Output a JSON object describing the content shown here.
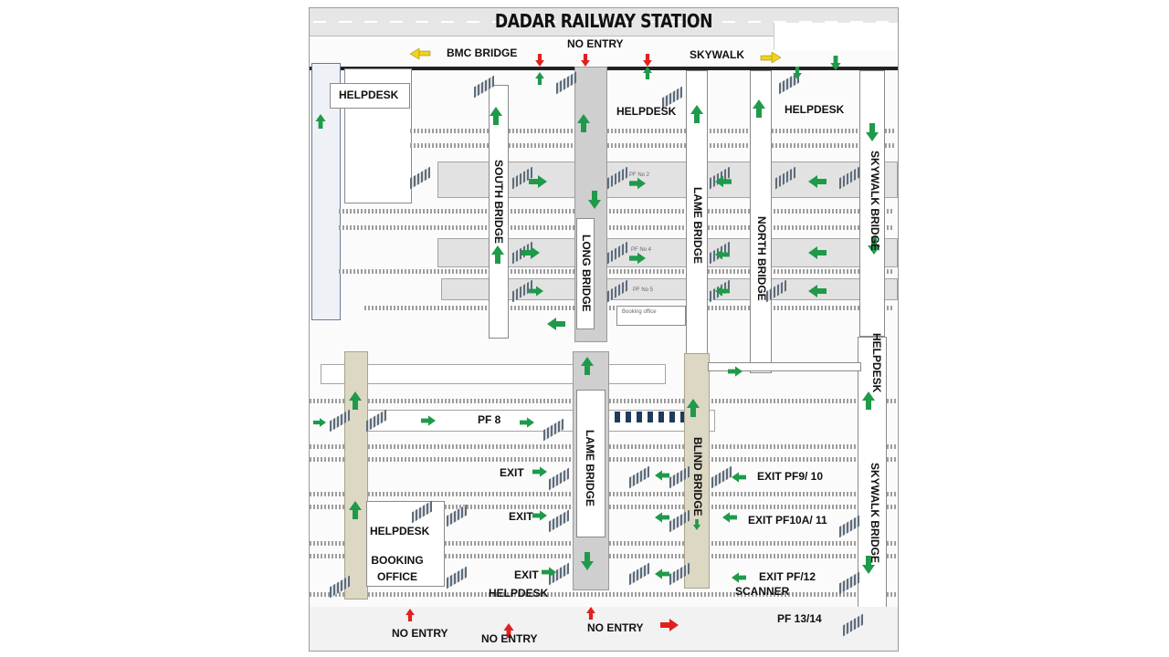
{
  "title": "DADAR RAILWAY STATION",
  "labels": {
    "bmc_bridge": "BMC BRIDGE",
    "no_entry_top": "NO ENTRY",
    "skywalk": "SKYWALK",
    "helpdesk_1": "HELPDESK",
    "helpdesk_2": "HELPDESK",
    "helpdesk_3": "HELPDESK",
    "south_bridge": "SOUTH BRIDGE",
    "long_bridge": "LONG BRIDGE",
    "lame_bridge_top": "LAME BRIDGE",
    "north_bridge": "NORTH BRIDGE",
    "skywalk_bridge_top": "SKYWALK BRIDGE",
    "helpdesk_vertical": "HELPDESK",
    "pf8": "PF 8",
    "lame_bridge_bottom": "LAME BRIDGE",
    "blind_bridge": "BLIND BRIDGE",
    "skywalk_bridge_bottom": "SKYWALK BRIDGE",
    "exit_1": "EXIT",
    "exit_2": "EXIT",
    "exit_3": "EXIT",
    "exit_pf9_10": "EXIT PF9/ 10",
    "exit_pf10a_11": "EXIT PF10A/ 11",
    "exit_pf12": "EXIT PF/12",
    "helpdesk_left": "HELPDESK",
    "booking_office": "BOOKING OFFICE",
    "helpdesk_bottom": "HELPDESK",
    "scanner": "SCANNER",
    "pf13_14": "PF 13/14",
    "no_entry_1": "NO ENTRY",
    "no_entry_2": "NO ENTRY",
    "no_entry_3": "NO ENTRY",
    "booking_office_small": "Booking office",
    "pf_no_2": "PF No 2",
    "pf_no_4": "PF No 4",
    "pf_no_5": "PF No 5"
  },
  "colors": {
    "arrow_green": "#1f9a4a",
    "arrow_red": "#e02020",
    "arrow_yellow": "#f2d21a",
    "bridge_grey": "#cfcfcf",
    "bridge_beige": "#dcd8c4"
  },
  "icons": {
    "direction_arrow": "green-arrow-icon",
    "no_entry_arrow": "red-arrow-icon",
    "pointer_arrow": "yellow-arrow-icon",
    "staircase": "staircase-icon"
  }
}
